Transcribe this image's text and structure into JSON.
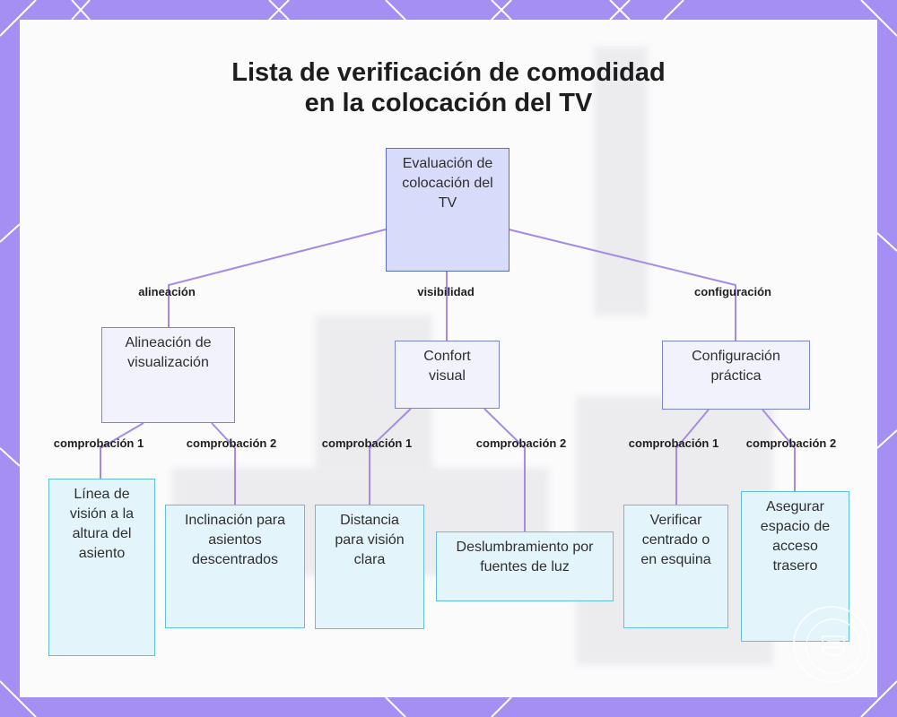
{
  "title": {
    "line1": "Lista de verificación de comodidad",
    "line2": "en la colocación del TV"
  },
  "colors": {
    "frame": "#a58ff2",
    "edge": "#a68be6",
    "root_fill": "#d8dbfa",
    "leaf_fill": "#e3f4fb",
    "leaf_border": "#63bfe0"
  },
  "root": {
    "label": "Evaluación de colocación del TV"
  },
  "branches": [
    {
      "edge_label": "alineación",
      "node": "Alineación de visualización",
      "checks": [
        {
          "edge_label": "comprobación 1",
          "node": "Línea de visión a la altura del asiento"
        },
        {
          "edge_label": "comprobación 2",
          "node": "Inclinación para asientos descentrados"
        }
      ]
    },
    {
      "edge_label": "visibilidad",
      "node": "Confort visual",
      "checks": [
        {
          "edge_label": "comprobación 1",
          "node": "Distancia para visión clara"
        },
        {
          "edge_label": "comprobación 2",
          "node": "Deslumbramiento por fuentes de luz"
        }
      ]
    },
    {
      "edge_label": "configuración",
      "node": "Configuración práctica",
      "checks": [
        {
          "edge_label": "comprobación 1",
          "node": "Verificar centrado o en esquina"
        },
        {
          "edge_label": "comprobación 2",
          "node": "Asegurar espacio de acceso trasero"
        }
      ]
    }
  ]
}
